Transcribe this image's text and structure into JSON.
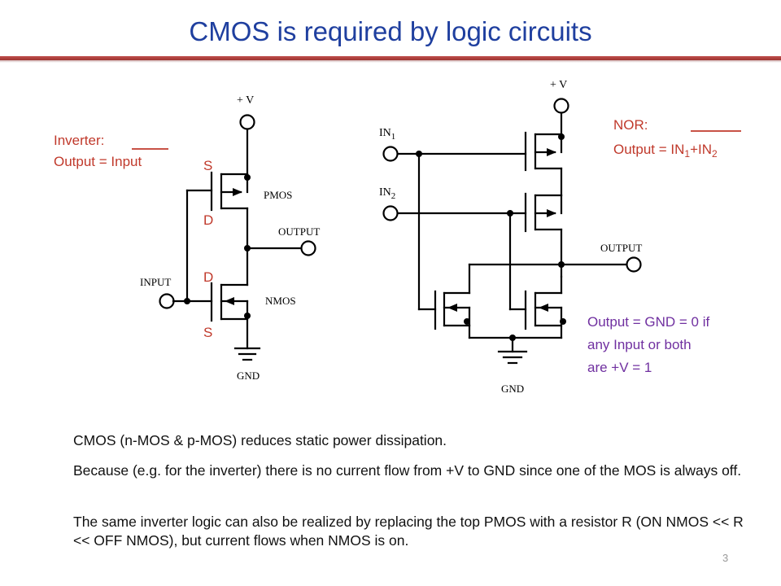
{
  "slide": {
    "title": "CMOS is required by logic circuits",
    "page_number": "3"
  },
  "inverter": {
    "vplus": "+ V",
    "pmos": "PMOS",
    "nmos": "NMOS",
    "output": "OUTPUT",
    "input": "INPUT",
    "gnd": "GND",
    "s_top": "S",
    "d_top": "D",
    "d_bottom": "D",
    "s_bottom": "S",
    "caption_line1": "Inverter:",
    "caption_line2_prefix": "Output = ",
    "caption_line2_bar": "Input"
  },
  "nor": {
    "vplus": "+ V",
    "in1_base": "IN",
    "in1_sub": "1",
    "in2_base": "IN",
    "in2_sub": "2",
    "output": "OUTPUT",
    "gnd": "GND",
    "caption_line1": "NOR:",
    "caption_prefix": "Output = ",
    "caption_in": "IN",
    "caption_sub1": "1",
    "caption_plus": "+IN",
    "caption_sub2": "2",
    "note_line1": "Output = GND = 0 if",
    "note_line2": "any Input or both",
    "note_line3": "are +V = 1"
  },
  "notes": {
    "p1": "CMOS (n-MOS & p-MOS) reduces static power dissipation.",
    "p2": "Because (e.g. for the inverter) there is no current flow from +V to GND since one of the MOS is always off.",
    "p3": "The same inverter logic can also be realized by replacing the top PMOS with a resistor R (ON NMOS << R << OFF NMOS), but current flows when NMOS is on."
  },
  "colors": {
    "title": "#1f3f9f",
    "accent_rule": "#c0504d",
    "inverter_caption": "#c0392b",
    "nor_caption": "#c0392b",
    "nor_note": "#7030a0"
  }
}
